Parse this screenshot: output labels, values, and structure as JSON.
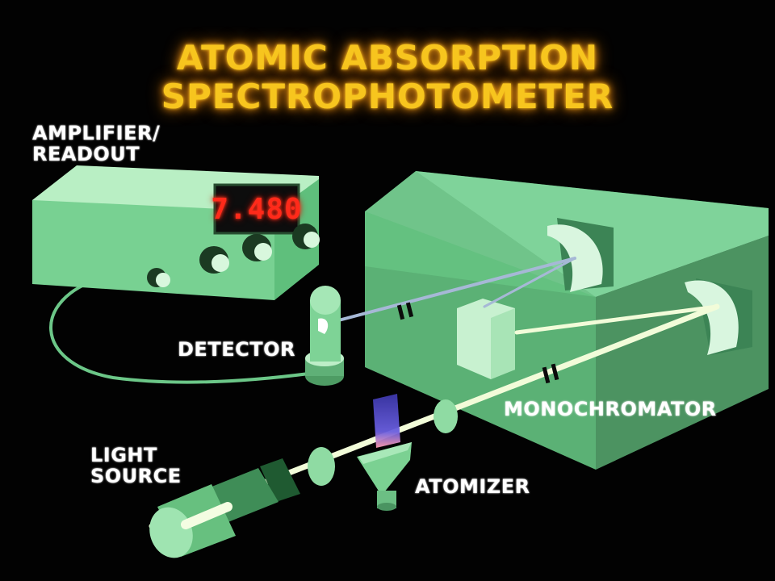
{
  "title": {
    "line1": "ATOMIC ABSORPTION",
    "line2": "SPECTROPHOTOMETER"
  },
  "labels": {
    "amplifier_line1": "AMPLIFIER/",
    "amplifier_line2": "READOUT",
    "detector": "DETECTOR",
    "monochromator": "MONOCHROMATOR",
    "light_source_line1": "LIGHT",
    "light_source_line2": "SOURCE",
    "atomizer": "ATOMIZER"
  },
  "readout": {
    "value": "7.480"
  },
  "colors": {
    "title": "#f7c51e",
    "component_green": "#7fd79a",
    "readout_red": "#ff2a1a",
    "flame": "#5a4fd6",
    "beam": "#eefbd0",
    "background": "#020202"
  }
}
